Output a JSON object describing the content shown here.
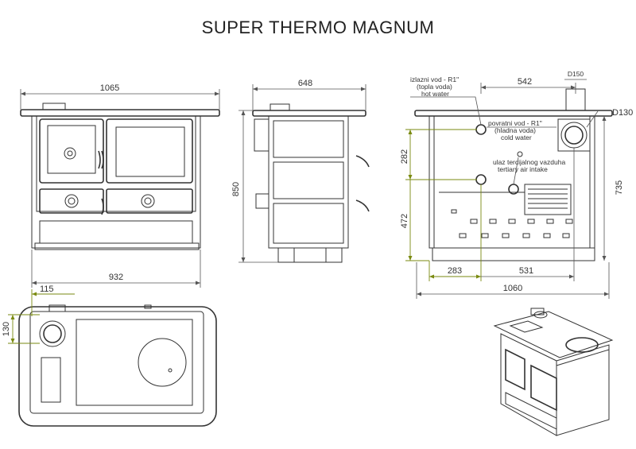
{
  "title": "SUPER THERMO MAGNUM",
  "dimensions": {
    "front_width": "1065",
    "front_inner_width": "932",
    "side_depth": "648",
    "side_height": "850",
    "rear_offset": "542",
    "rear_flue_diameter": "D150",
    "rear_flue_outer": "D130",
    "rear_height_282": "282",
    "rear_height_472": "472",
    "rear_height_735": "735",
    "rear_width_283": "283",
    "rear_width_531": "531",
    "rear_width_1060": "1060",
    "top_115": "115",
    "top_130": "130"
  },
  "annotations": {
    "hot_water_1": "izlazni vod  - R1\"",
    "hot_water_2": "(topla voda)",
    "hot_water_3": "hot water",
    "cold_water_1": "povratni vod - R1\"",
    "cold_water_2": "(hladna voda)",
    "cold_water_3": "cold water",
    "tertiary_1": "ulaz tercijalnog vazduha",
    "tertiary_2": "tertiary air intake"
  },
  "colors": {
    "line": "#333333",
    "accent_dimension": "#7a8a10"
  }
}
